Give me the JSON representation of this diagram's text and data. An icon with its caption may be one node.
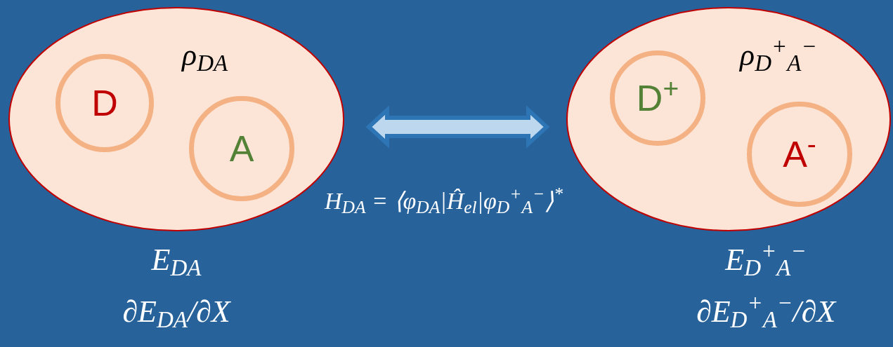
{
  "diagram": {
    "nodes": [
      {
        "text": [
          "ρ$_{DA}$"
        ],
        "beside": [
          "E$_{DA}$",
          "∂E$_{DA}$/∂X"
        ]
      },
      {
        "text": [
          "D"
        ],
        "in": 0
      },
      {
        "text": [
          "A"
        ],
        "in": 0
      },
      {
        "text": [
          "ρ$_{D}$$^{+}$$_{A}$$^{−}$"
        ],
        "beside": [
          "E$_{D}$$^{+}$$_{A}$$^{−}$",
          "∂E$_{D}$$^{+}$$_{A}$$^{−}$/∂X"
        ]
      },
      {
        "text": [
          "D$^{+}$"
        ],
        "in": 3
      },
      {
        "text": [
          "A$^{-}$"
        ],
        "in": 3
      }
    ],
    "edges": [
      {
        "from": 0,
        "to": 3,
        "arrow": "both",
        "style": "thick"
      }
    ],
    "labels": [
      "H$_{DA}$ = ⟨φ$_{DA}$|Ĥ$_{el}$|φ$_{D}$$^{+}$$_{A}$$^{−}$⟩$^{*}$"
    ]
  }
}
